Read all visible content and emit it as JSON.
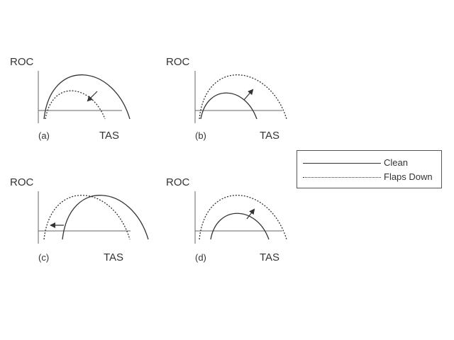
{
  "panels": [
    {
      "id": "a",
      "tag": "(a)",
      "ylabel": "ROC",
      "xlabel": "TAS"
    },
    {
      "id": "b",
      "tag": "(b)",
      "ylabel": "ROC",
      "xlabel": "TAS"
    },
    {
      "id": "c",
      "tag": "(c)",
      "ylabel": "ROC",
      "xlabel": "TAS"
    },
    {
      "id": "d",
      "tag": "(d)",
      "ylabel": "ROC",
      "xlabel": "TAS"
    }
  ],
  "legend": {
    "clean": "Clean",
    "flaps": "Flaps Down"
  },
  "colors": {
    "line": "#333333"
  }
}
